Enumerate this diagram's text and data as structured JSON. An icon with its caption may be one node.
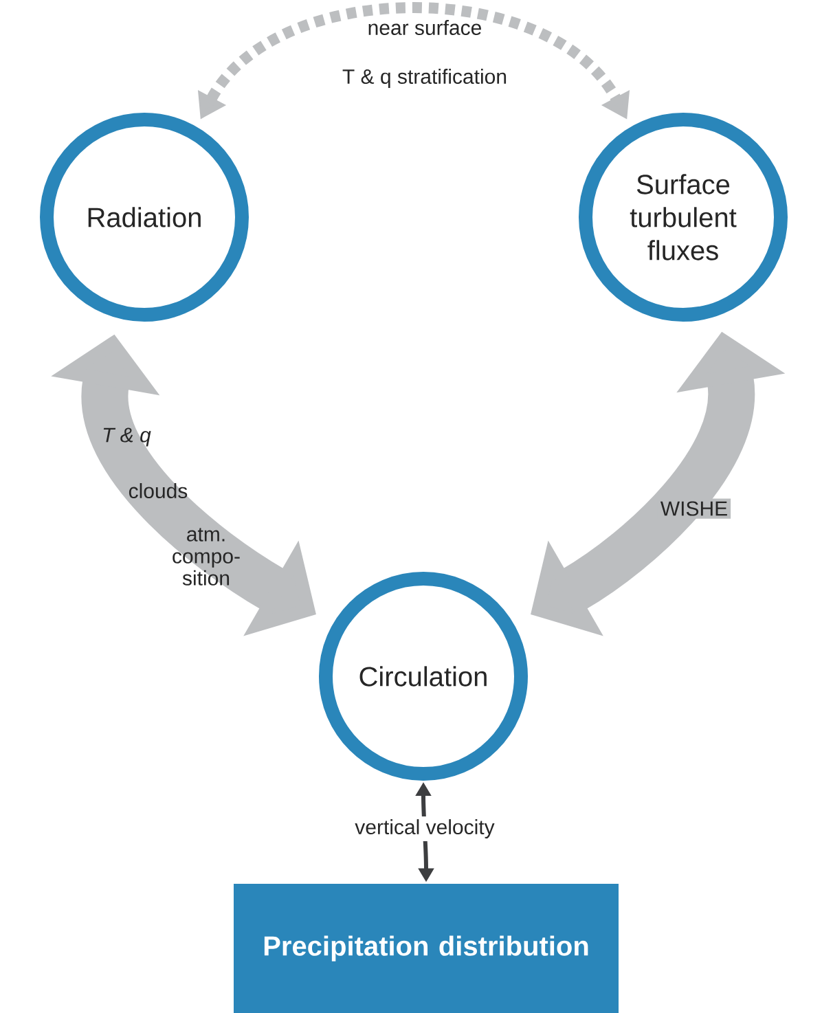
{
  "diagram": {
    "nodes": [
      {
        "text": [
          "Radiation"
        ]
      },
      {
        "text": [
          "Surface turbulent fluxes"
        ]
      },
      {
        "text": [
          "Circulation"
        ]
      },
      {
        "text": [
          "Precipitation distribution"
        ]
      }
    ],
    "edges": [
      {
        "from": 0,
        "to": 1,
        "arrow": "both",
        "label": "near surface",
        "style": "dashed",
        "color": "#bcbec0"
      },
      {
        "from": 0,
        "to": 2,
        "arrow": "both",
        "style": "thick",
        "color": "#bcbec0"
      },
      {
        "from": 1,
        "to": 2,
        "arrow": "both",
        "label": "WISHE",
        "style": "thick",
        "color": "#bcbec0"
      },
      {
        "from": 2,
        "to": 3,
        "arrow": "both",
        "label": "vertical velocity",
        "color": "#3d3e40"
      }
    ],
    "labels": [
      "T & q stratification",
      "T & q",
      "clouds",
      "atm. compo-sition"
    ]
  }
}
